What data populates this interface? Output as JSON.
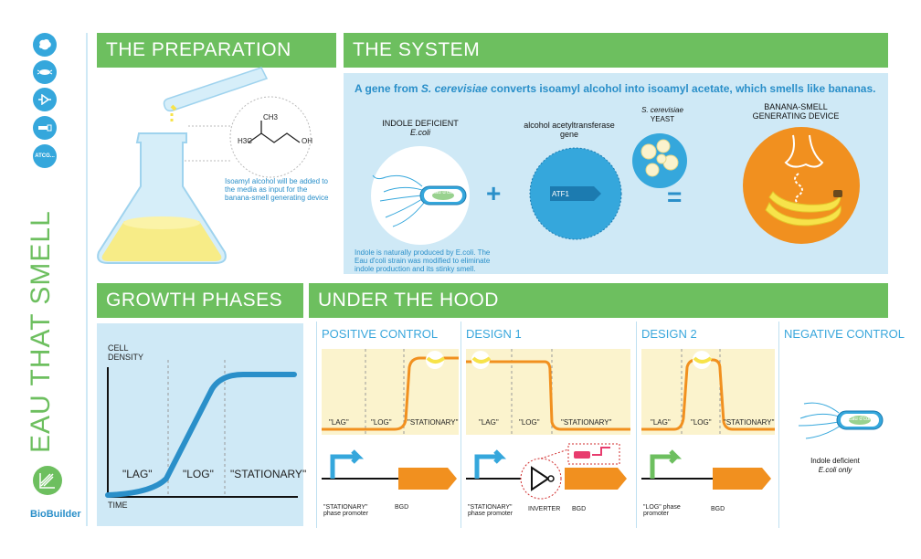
{
  "sidebar": {
    "icons": [
      "brain-icon",
      "bacteria-icon",
      "circuit-icon",
      "usb-icon"
    ],
    "atcg_label": "ATCG...",
    "vertical_title": "EAU THAT SMELL",
    "logo_text": "BioBuilder"
  },
  "preparation": {
    "title": "THE PREPARATION",
    "molecule_ch3": "CH3",
    "molecule_h3c": "H3C",
    "molecule_oh": "OH",
    "note": "Isoamyl alcohol will be added to the media as input for the banana-smell generating device"
  },
  "system": {
    "title": "THE SYSTEM",
    "headline_pre": "A gene from ",
    "headline_species": "S. cerevisiae",
    "headline_post": " converts isoamyl alcohol into isoamyl acetate, which smells like bananas.",
    "ecoli_label_1": "INDOLE DEFICIENT",
    "ecoli_label_2": "E.coli",
    "ecoli_badge": "Eau d'coli",
    "gene_label_1": "alcohol acetyltransferase",
    "gene_label_2": "gene",
    "gene_name": "ATF1",
    "yeast_label_1": "S. cerevisiae",
    "yeast_label_2": "YEAST",
    "device_label_1": "BANANA-SMELL",
    "device_label_2": "GENERATING DEVICE",
    "plus": "+",
    "equals": "=",
    "indole_note": "Indole is naturally produced by E.coli. The Eau d'coli strain was modified to eliminate indole production and its stinky smell."
  },
  "growth": {
    "title": "GROWTH PHASES",
    "y_label_1": "CELL",
    "y_label_2": "DENSITY",
    "x_label": "TIME",
    "lag": "\"LAG\"",
    "log": "\"LOG\"",
    "stationary": "\"STATIONARY\""
  },
  "hood": {
    "title": "UNDER THE HOOD",
    "columns": [
      {
        "title": "POSITIVE CONTROL",
        "lag": "\"LAG\"",
        "log": "\"LOG\"",
        "stationary": "\"STATIONARY\"",
        "promoter_1": "\"STATIONARY\"",
        "promoter_2": "phase promoter",
        "device": "BGD"
      },
      {
        "title": "DESIGN 1",
        "lag": "\"LAG\"",
        "log": "\"LOG\"",
        "stationary": "\"STATIONARY\"",
        "promoter_1": "\"STATIONARY\"",
        "promoter_2": "phase promoter",
        "inverter": "INVERTER",
        "device": "BGD"
      },
      {
        "title": "DESIGN 2",
        "lag": "\"LAG\"",
        "log": "\"LOG\"",
        "stationary": "\"STATIONARY\"",
        "promoter_1": "\"LOG\" phase",
        "promoter_2": "promoter",
        "device": "BGD"
      },
      {
        "title": "NEGATIVE CONTROL",
        "ecoli_badge": "Eau d'coli",
        "note_1": "Indole deficient",
        "note_2": "E.coli only"
      }
    ]
  },
  "colors": {
    "green": "#6dbf5f",
    "blue": "#35a7dc",
    "orange": "#f1901f",
    "yellow": "#f7e34a",
    "pale": "#fbf3cd"
  }
}
